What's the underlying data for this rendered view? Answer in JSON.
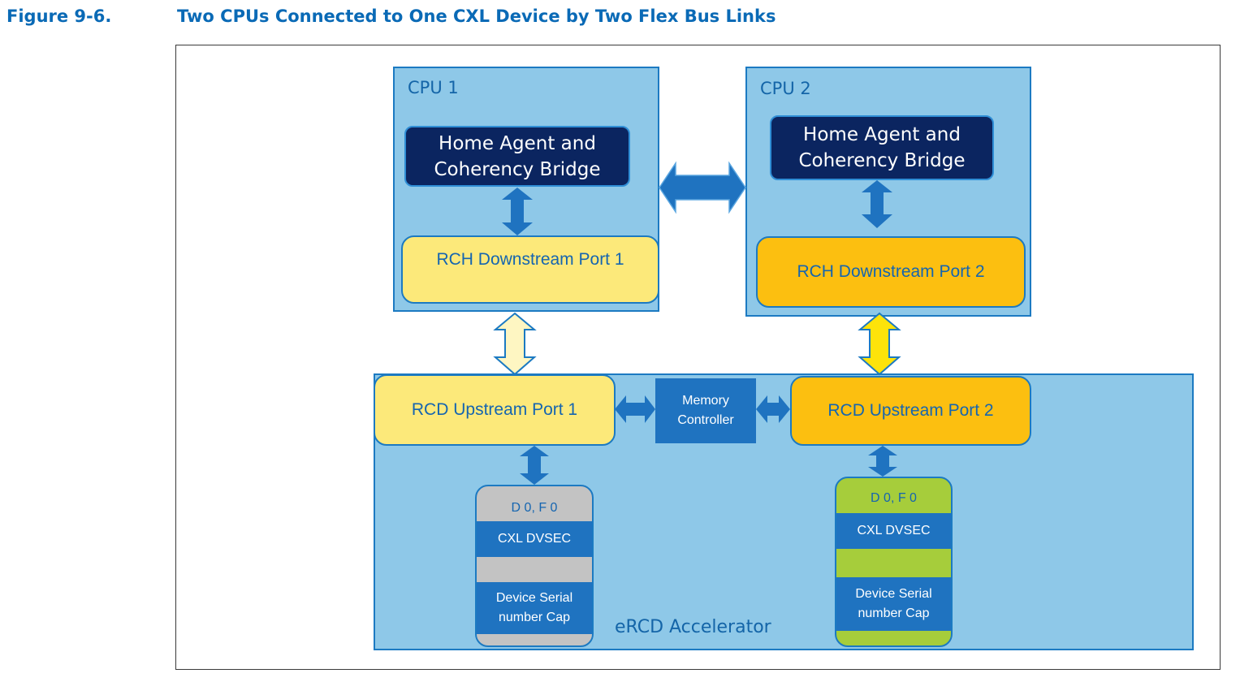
{
  "figure": {
    "label": "Figure 9-6.",
    "title": "Two CPUs Connected to One CXL Device by Two Flex Bus Links"
  },
  "cpu1": {
    "label": "CPU 1",
    "home_agent_line1": "Home Agent  and",
    "home_agent_line2": "Coherency  Bridge",
    "port_label": "RCH Downstream Port 1"
  },
  "cpu2": {
    "label": "CPU 2",
    "home_agent_line1": "Home Agent  and",
    "home_agent_line2": "Coherency  Bridge",
    "port_label": "RCH Downstream Port 2"
  },
  "accelerator": {
    "label": "eRCD Accelerator",
    "upstream1": "RCD Upstream Port 1",
    "upstream2": "RCD Upstream Port 2",
    "memory_controller_line1": "Memory",
    "memory_controller_line2": "Controller",
    "cfg1": {
      "header": "D 0, F 0",
      "dvsec": "CXL DVSEC",
      "serial_line1": "Device Serial",
      "serial_line2": "number  Cap"
    },
    "cfg2": {
      "header": "D 0, F 0",
      "dvsec": "CXL DVSEC",
      "serial_line1": "Device Serial",
      "serial_line2": "number  Cap"
    }
  },
  "colors": {
    "blue_box": "#8ec8e8",
    "border_blue": "#1c7ac2",
    "navy": "#0b2560",
    "arrow_blue": "#1f73c0",
    "light_yellow": "#fce97a",
    "orange": "#fcbf10",
    "gray": "#c3c3c3",
    "green": "#a6cd3b"
  }
}
